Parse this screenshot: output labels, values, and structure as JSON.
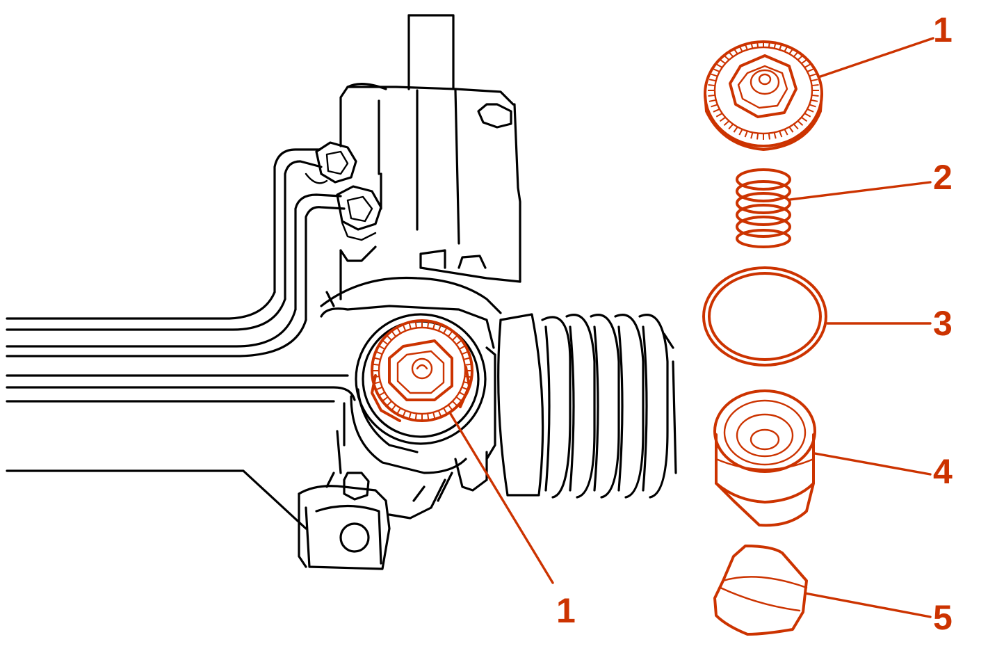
{
  "colors": {
    "accent": "#cc3300",
    "line": "#000000",
    "background": "#ffffff"
  },
  "callouts": [
    {
      "label": "1"
    },
    {
      "label": "2"
    },
    {
      "label": "3"
    },
    {
      "label": "4"
    },
    {
      "label": "5"
    },
    {
      "label": "1"
    }
  ]
}
